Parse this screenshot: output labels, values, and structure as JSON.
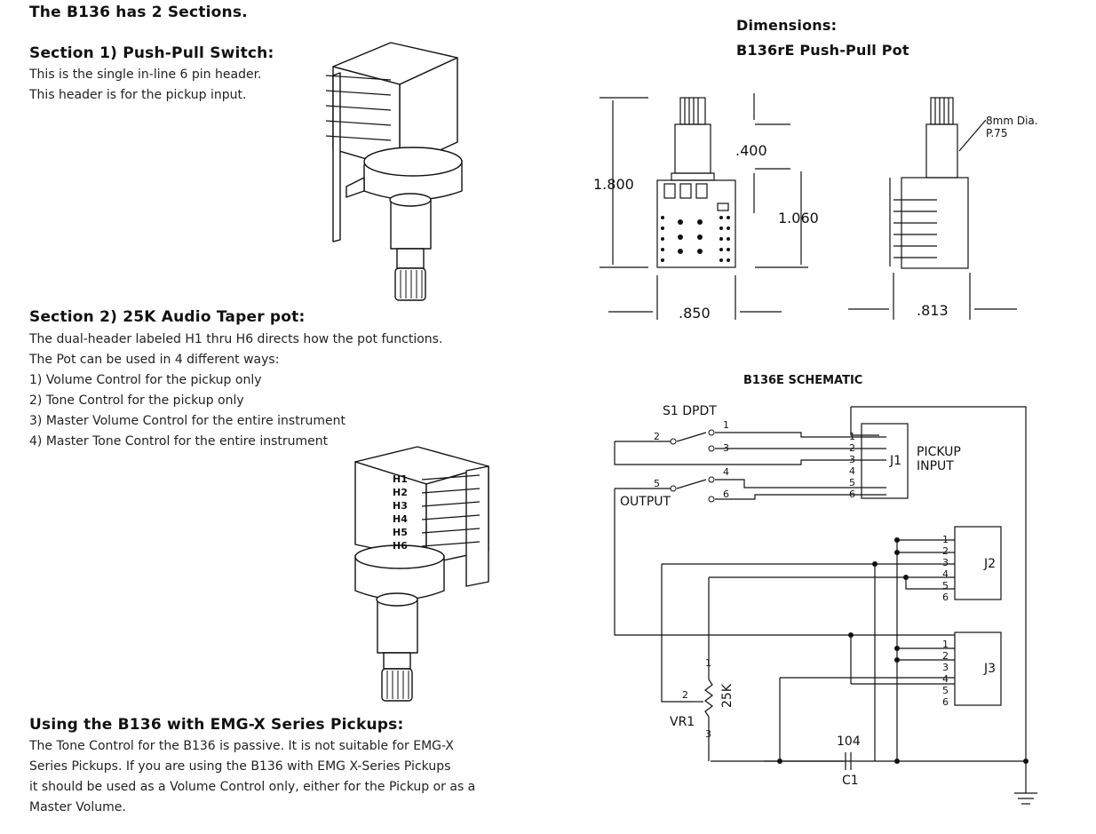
{
  "left": {
    "main_title": "The B136 has 2 Sections.",
    "section1": {
      "heading": "Section 1) Push-Pull Switch:",
      "lines": [
        "This is the single in-line 6 pin header.",
        "This header is for the pickup input."
      ]
    },
    "section2": {
      "heading": "Section 2) 25K Audio Taper pot:",
      "lines": [
        "The dual-header labeled H1 thru H6 directs how the pot functions.",
        "The Pot can be used in 4 different ways:",
        "1) Volume Control for the pickup only",
        "2) Tone Control for the pickup only",
        "3) Master Volume Control for the entire instrument",
        "4) Master Tone Control for the entire instrument"
      ]
    },
    "emg": {
      "heading": "Using the B136 with EMG-X Series Pickups:",
      "lines": [
        "The Tone Control for the B136 is passive. It is not suitable for EMG-X",
        "Series Pickups. If you are using the B136 with EMG X-Series Pickups",
        "it should be used as a Volume Control only, either for the Pickup or as a",
        "Master Volume."
      ]
    },
    "pot_header_labels": [
      "H1",
      "H2",
      "H3",
      "H4",
      "H5",
      "H6"
    ]
  },
  "dimensions": {
    "title": "Dimensions:",
    "subtitle": "B136rE Push-Pull Pot",
    "height_total": "1.800",
    "shaft_len": ".400",
    "body_height": "1.060",
    "width_front": ".850",
    "width_side": ".813",
    "shaft_note_1": "8mm Dia.",
    "shaft_note_2": "P.75"
  },
  "schematic": {
    "title": "B136E SCHEMATIC",
    "switch_label": "S1 DPDT",
    "output_label": "OUTPUT",
    "pickup_label_1": "PICKUP",
    "pickup_label_2": "INPUT",
    "j1": "J1",
    "j2": "J2",
    "j3": "J3",
    "pot_label": "VR1",
    "pot_value": "25K",
    "cap_value": "104",
    "cap_label": "C1",
    "switch_pins": [
      "1",
      "2",
      "3",
      "4",
      "5",
      "6"
    ],
    "pins": [
      "1",
      "2",
      "3",
      "4",
      "5",
      "6"
    ],
    "vr_pins": [
      "1",
      "2",
      "3"
    ]
  }
}
